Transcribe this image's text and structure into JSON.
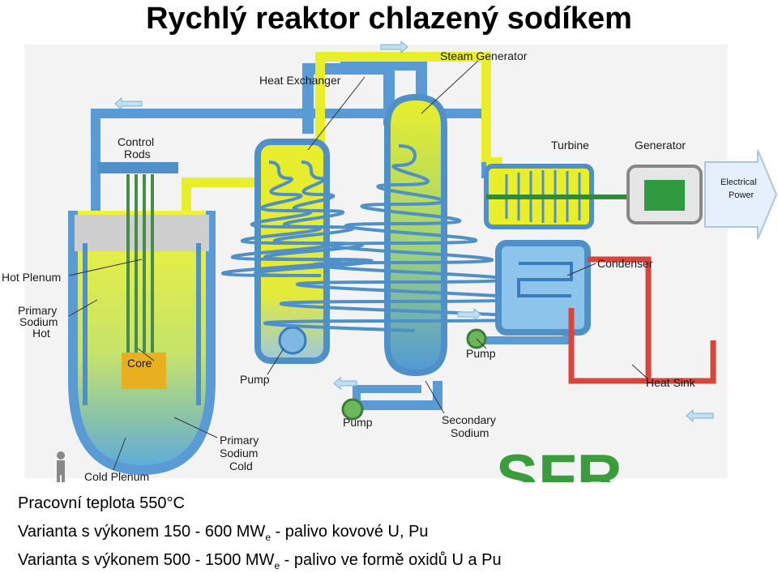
{
  "title": "Rychlý reaktor chlazený sodíkem",
  "labels": {
    "steam_generator": "Steam Generator",
    "heat_exchanger": "Heat  Exchanger",
    "control_rods_1": "Control",
    "control_rods_2": "Rods",
    "turbine": "Turbine",
    "generator": "Generator",
    "electrical_1": "Electrical",
    "electrical_2": "Power",
    "hot_plenum": "Hot Plenum",
    "condenser": "Condenser",
    "primary_hot_1": "Primary",
    "primary_hot_2": "Sodium",
    "primary_hot_3": "Hot",
    "core": "Core",
    "pump_primary": "Pump",
    "pump_secondary": "Pump",
    "pump_condenser": "Pump",
    "heat_sink": "Heat Sink",
    "secondary_1": "Secondary",
    "secondary_2": "Sodium",
    "primary_cold_1": "Primary",
    "primary_cold_2": "Sodium",
    "primary_cold_3": "Cold",
    "cold_plenum": "Cold Plenum",
    "logo": "SFR"
  },
  "footer": {
    "line1": "Pracovní teplota 550°C",
    "line2_a": "Varianta s výkonem 150 - 600 MW",
    "line2_sub": "e",
    "line2_b": " - palivo kovové U, Pu",
    "line3_a": "Varianta s výkonem 500 - 1500 MW",
    "line3_sub": "e",
    "line3_b": " - palivo ve formě oxidů U a Pu"
  },
  "colors": {
    "primary_hot": "#e8ee2a",
    "sodium_secondary": "#5b9bd5",
    "cold_water": "#6bb6e6",
    "heat_sink": "#d9453a",
    "logo": "#3a9c3a"
  }
}
